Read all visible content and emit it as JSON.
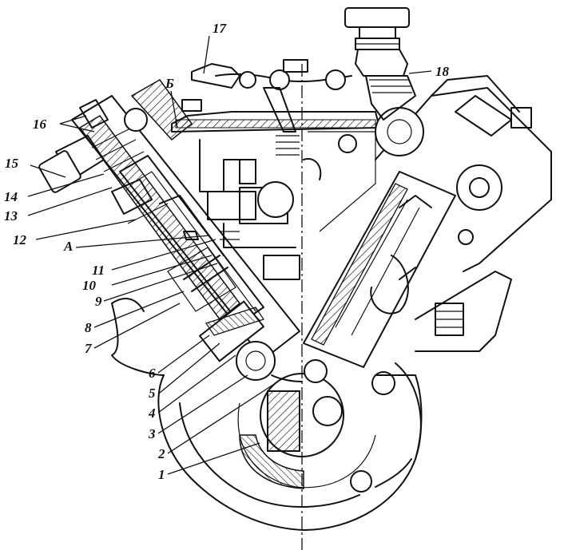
{
  "callouts": {
    "n1": "1",
    "n2": "2",
    "n3": "3",
    "n4": "4",
    "n5": "5",
    "n6": "6",
    "n7": "7",
    "n8": "8",
    "n9": "9",
    "n10": "10",
    "n11": "11",
    "n12": "12",
    "n13": "13",
    "n14": "14",
    "n15": "15",
    "n16": "16",
    "n17": "17",
    "n18": "18",
    "a": "А",
    "b": "Б"
  }
}
